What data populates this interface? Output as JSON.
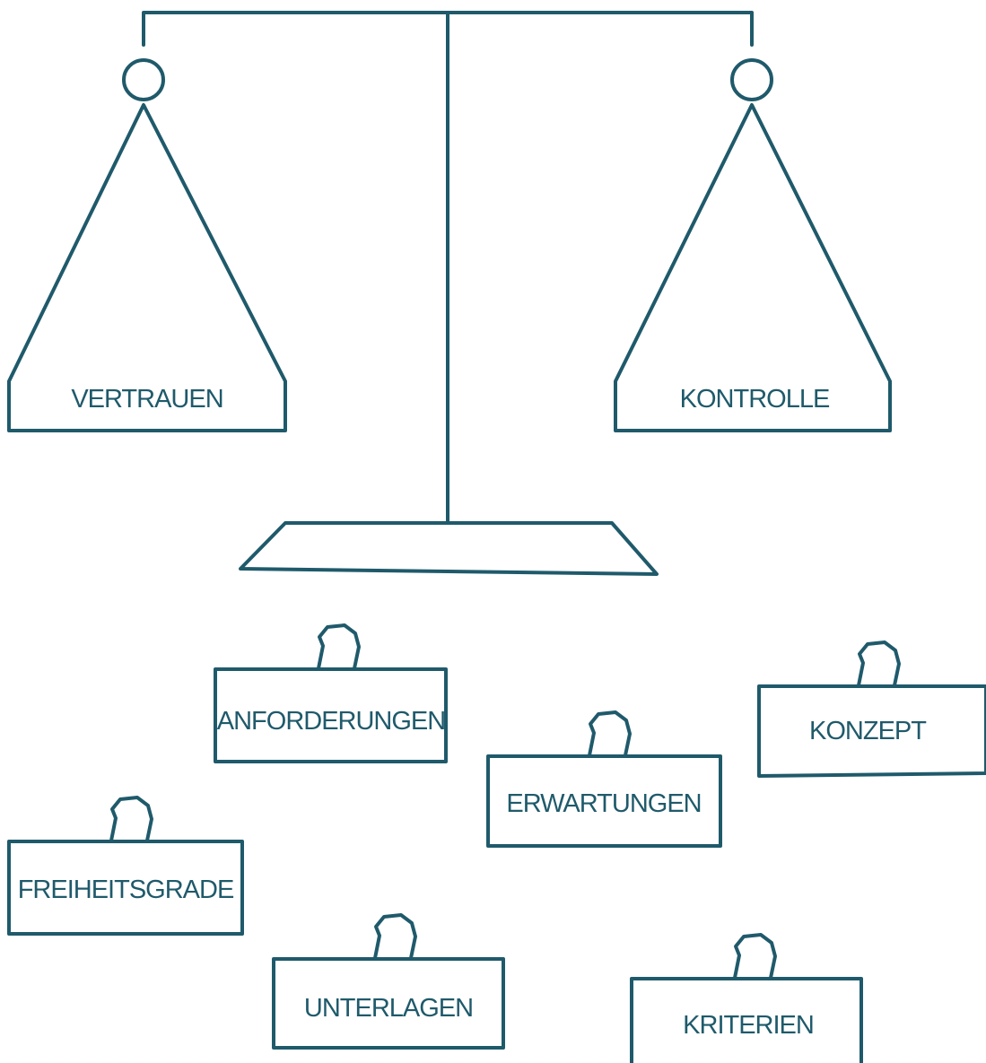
{
  "scale": {
    "pans": [
      {
        "id": "left",
        "label": "VERTRAUEN"
      },
      {
        "id": "right",
        "label": "KONTROLLE"
      }
    ]
  },
  "weights": [
    {
      "id": "anforderungen",
      "label": "ANFORDERUNGEN"
    },
    {
      "id": "erwartungen",
      "label": "ERWARTUNGEN"
    },
    {
      "id": "konzept",
      "label": "KONZEPT"
    },
    {
      "id": "freiheitsgrade",
      "label": "FREIHEITSGRADE"
    },
    {
      "id": "unterlagen",
      "label": "UNTERLAGEN"
    },
    {
      "id": "kriterien",
      "label": "KRITERIEN"
    }
  ],
  "colors": {
    "line": "#1f5a6b",
    "background": "#ffffff"
  }
}
